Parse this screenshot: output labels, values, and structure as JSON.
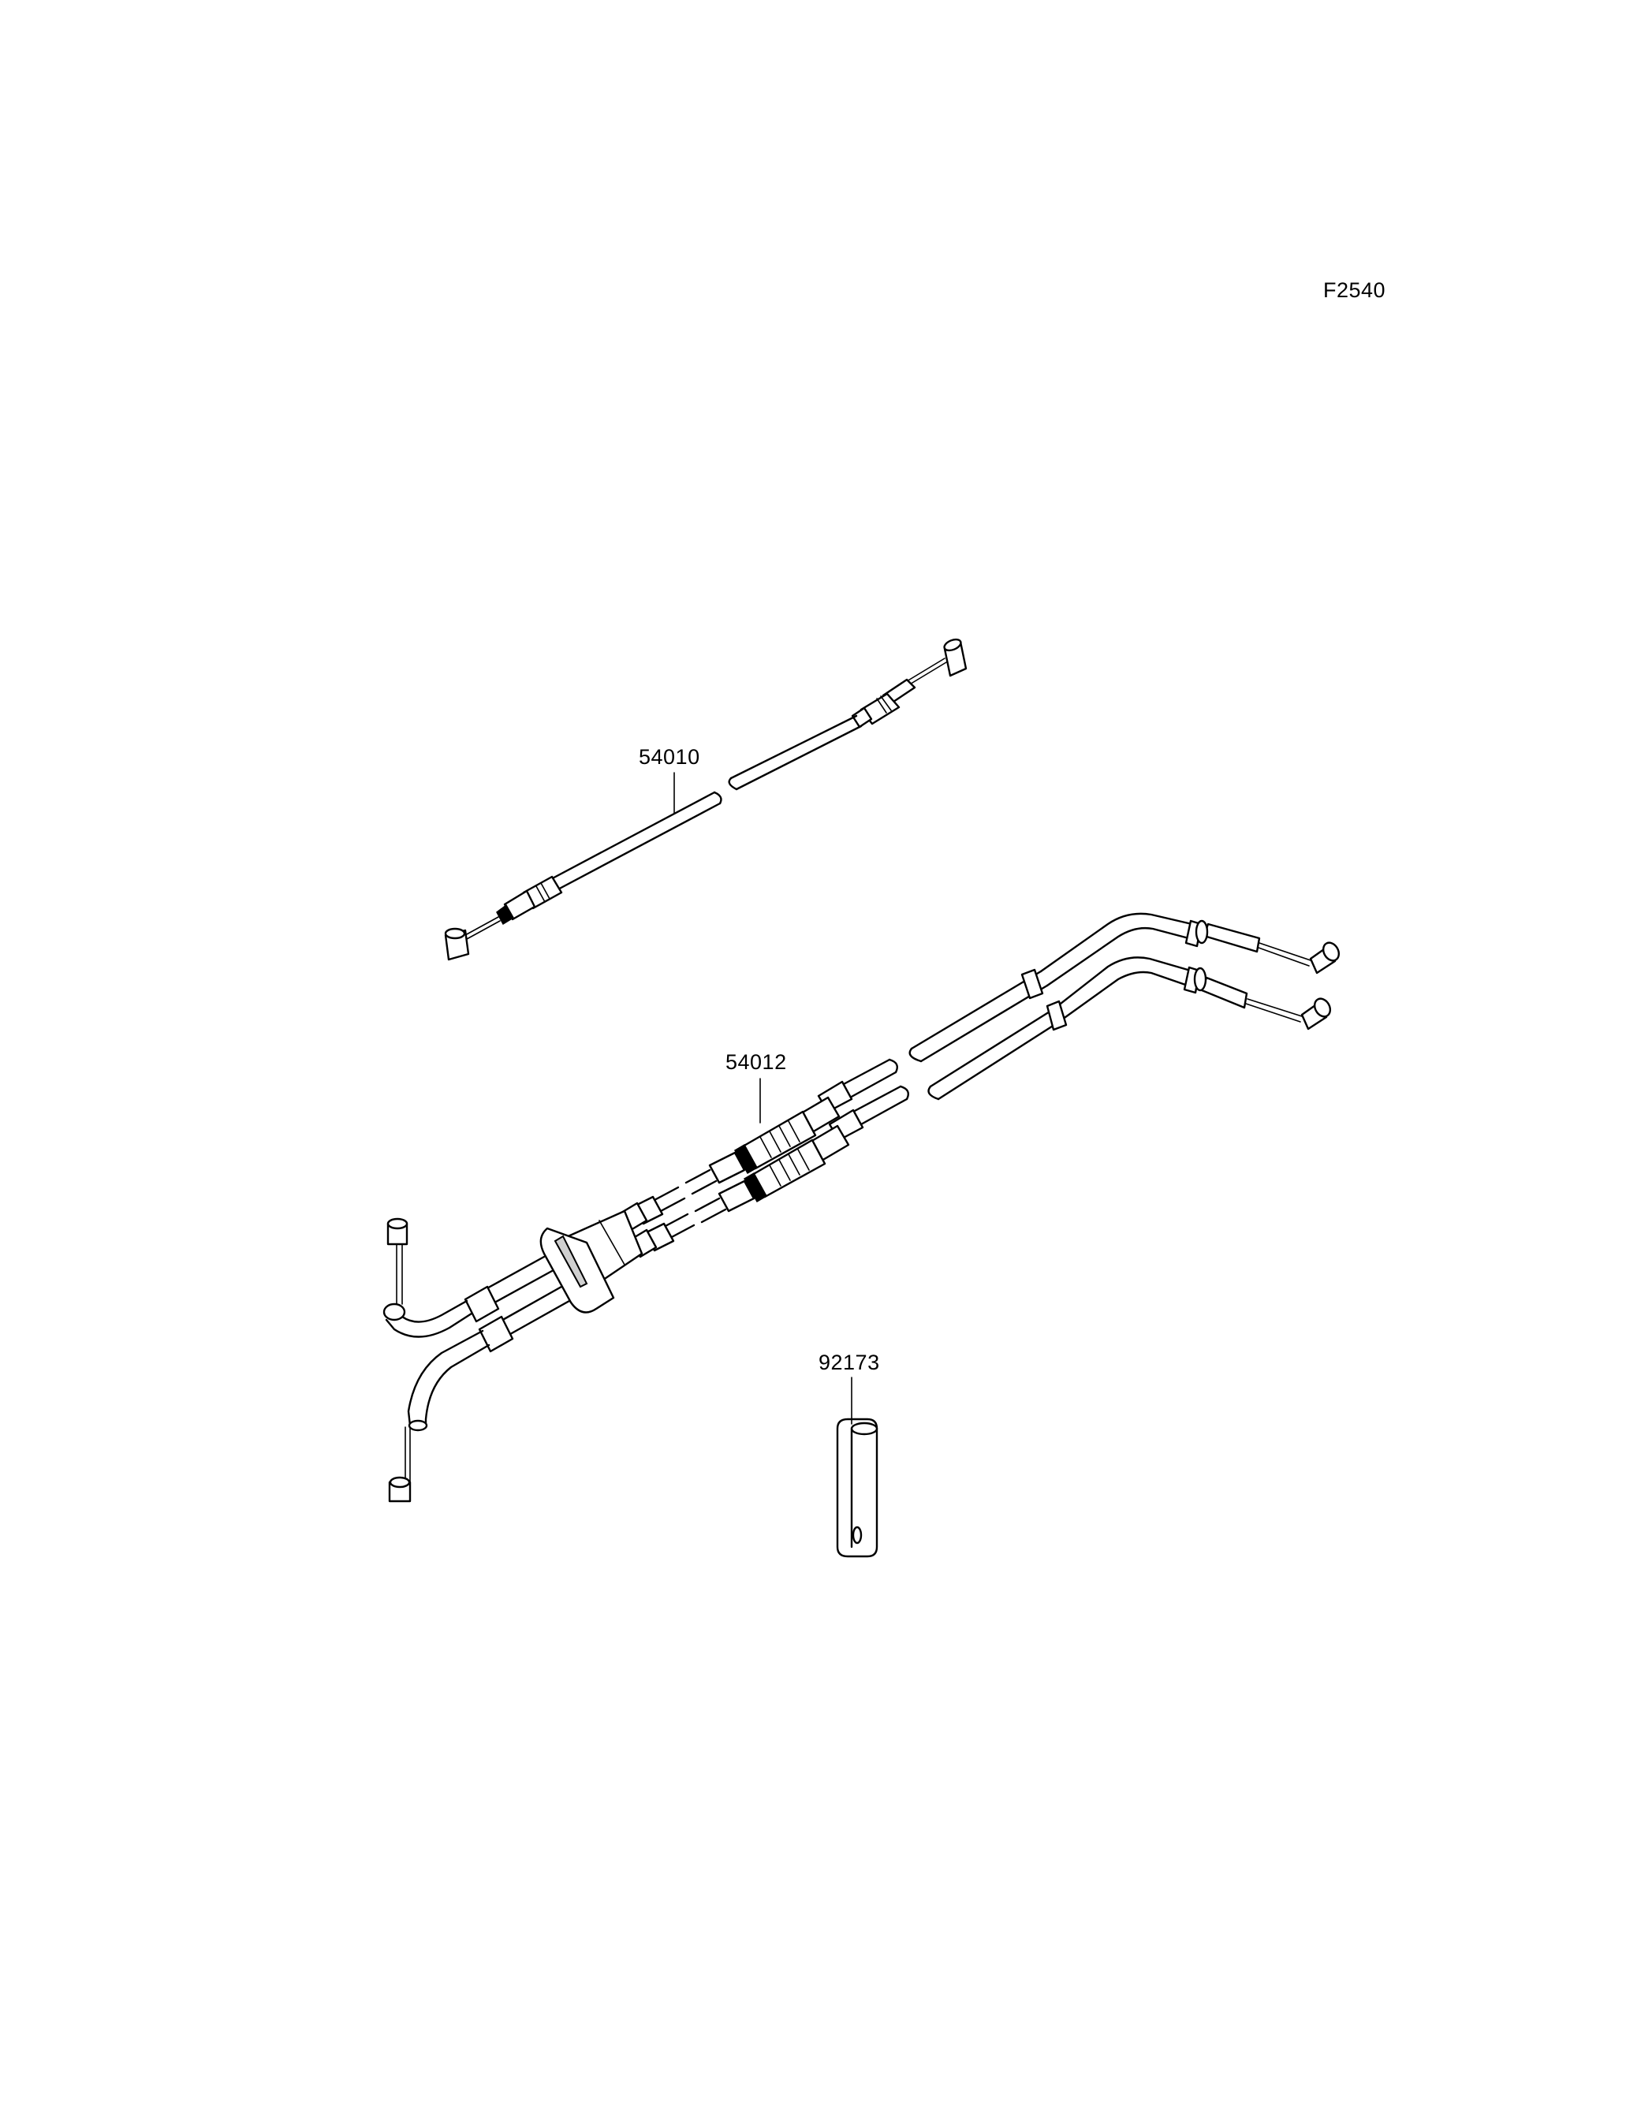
{
  "diagram": {
    "code": "F2540",
    "parts": [
      {
        "id": "throttle-cable-54010",
        "number": "54010"
      },
      {
        "id": "throttle-cable-assembly-54012",
        "number": "54012"
      },
      {
        "id": "clamp-92173",
        "number": "92173"
      }
    ]
  }
}
